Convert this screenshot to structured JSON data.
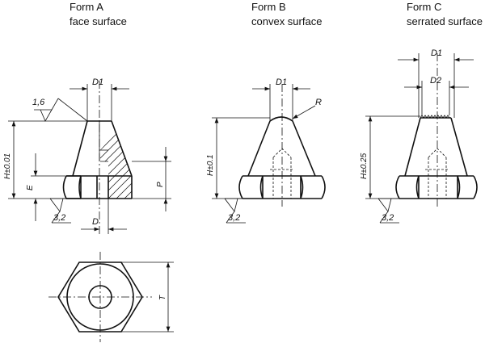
{
  "forms": [
    {
      "title": "Form A",
      "subtitle": "face surface"
    },
    {
      "title": "Form B",
      "subtitle": "convex surface"
    },
    {
      "title": "Form C",
      "subtitle": "serrated surface"
    }
  ],
  "dims": {
    "d1": "D1",
    "d2": "D2",
    "r": "R",
    "d": "D",
    "e": "E",
    "p": "P",
    "t": "T",
    "h_a": "H±0.01",
    "h_b": "H±0.1",
    "h_c": "H±0.25",
    "rough_top": "1,6",
    "rough_bottom": "3,2"
  }
}
